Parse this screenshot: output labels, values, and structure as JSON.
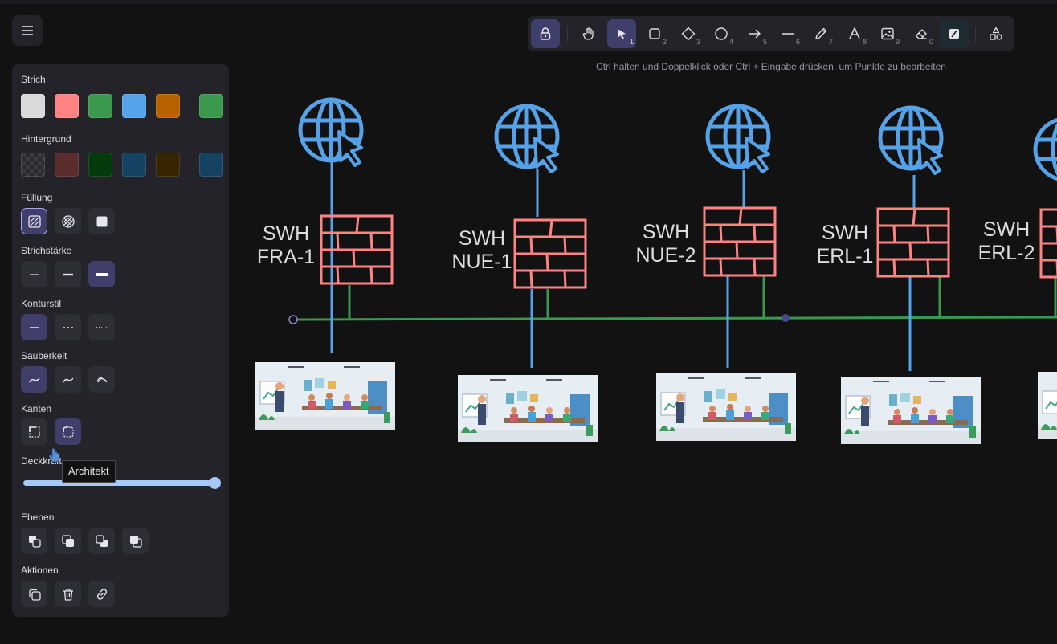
{
  "toolbar": {
    "tools": [
      {
        "name": "lock-tool",
        "icon": "lock-icon",
        "key": "",
        "state": "active"
      },
      {
        "name": "hand-tool",
        "icon": "hand-icon",
        "key": "",
        "state": ""
      },
      {
        "name": "selection-tool",
        "icon": "pointer-icon",
        "key": "1",
        "state": "active"
      },
      {
        "name": "rectangle-tool",
        "icon": "square-icon",
        "key": "2",
        "state": ""
      },
      {
        "name": "diamond-tool",
        "icon": "diamond-icon",
        "key": "3",
        "state": ""
      },
      {
        "name": "ellipse-tool",
        "icon": "circle-icon",
        "key": "4",
        "state": ""
      },
      {
        "name": "arrow-tool",
        "icon": "arrow-right-icon",
        "key": "5",
        "state": ""
      },
      {
        "name": "line-tool",
        "icon": "line-icon",
        "key": "6",
        "state": ""
      },
      {
        "name": "draw-tool",
        "icon": "pencil-icon",
        "key": "7",
        "state": ""
      },
      {
        "name": "text-tool",
        "icon": "text-icon",
        "key": "8",
        "state": ""
      },
      {
        "name": "image-tool",
        "icon": "image-icon",
        "key": "9",
        "state": ""
      },
      {
        "name": "eraser-tool",
        "icon": "eraser-icon",
        "key": "0",
        "state": ""
      },
      {
        "name": "laser-tool",
        "icon": "slash-icon",
        "key": "",
        "state": "active-dark"
      },
      {
        "name": "library-tool",
        "icon": "shapes-icon",
        "key": "",
        "state": ""
      }
    ]
  },
  "hint": "Ctrl halten und Doppelklick oder Ctrl + Eingabe drücken, um Punkte zu bearbeiten",
  "panel": {
    "stroke_label": "Strich",
    "stroke_colors": [
      "#d9d9d9",
      "#ff8383",
      "#3a994c",
      "#56a2e8",
      "#b76100"
    ],
    "stroke_current": "#3a994c",
    "background_label": "Hintergrund",
    "background_colors": [
      "transparent",
      "#5b2c2c",
      "#043b0c",
      "#154163",
      "#362500"
    ],
    "background_current": "#154163",
    "fill_label": "Füllung",
    "stroke_width_label": "Strichstärke",
    "stroke_style_label": "Konturstil",
    "sloppiness_label": "Sauberkeit",
    "edges_label": "Kanten",
    "opacity_label": "Deckkraft",
    "opacity_value": 100,
    "layers_label": "Ebenen",
    "actions_label": "Aktionen",
    "tooltip": "Architekt"
  },
  "canvas": {
    "sites": [
      {
        "line1": "SWH",
        "line2": "FRA-1"
      },
      {
        "line1": "SWH",
        "line2": "NUE-1"
      },
      {
        "line1": "SWH",
        "line2": "NUE-2"
      },
      {
        "line1": "SWH",
        "line2": "ERL-1"
      },
      {
        "line1": "SWH",
        "line2": "ERL-2"
      }
    ]
  },
  "colors": {
    "accent": "#403e6a",
    "globe": "#56a2e8",
    "firewall": "#ff8383",
    "network_line": "#3a994c",
    "connector": "#56a2e8"
  }
}
